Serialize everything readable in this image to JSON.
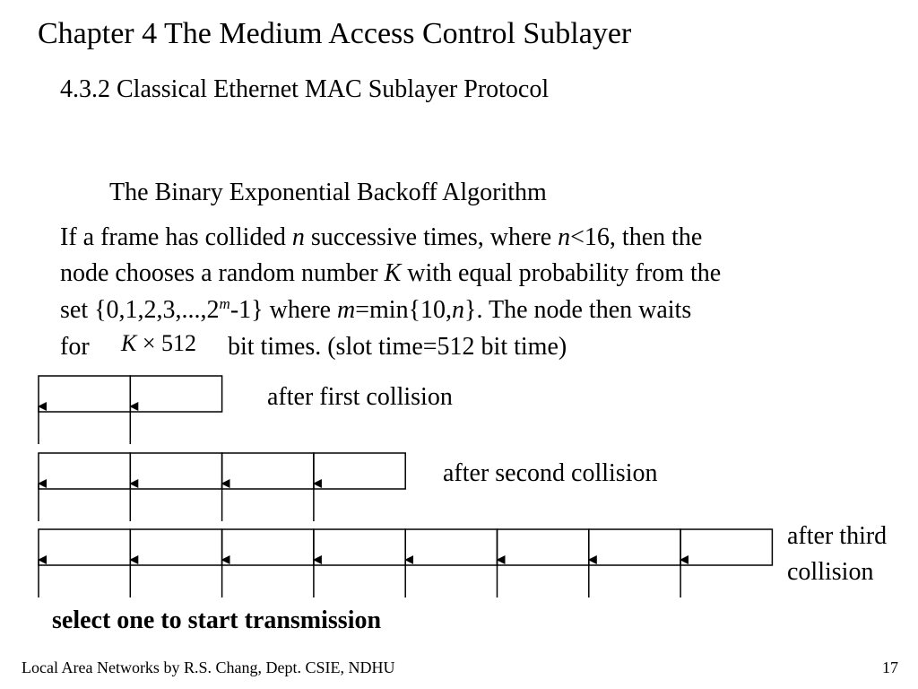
{
  "slide": {
    "chapter_title": "Chapter 4 The Medium Access Control Sublayer",
    "section_title": "4.3.2 Classical Ethernet MAC Sublayer Protocol",
    "algorithm_title": "The Binary Exponential Backoff Algorithm",
    "paragraph": {
      "l1_a": "If a frame has collided ",
      "l1_n": "n",
      "l1_b": " successive times, where ",
      "l1_n2": "n",
      "l1_c": "<16, then the",
      "l2_a": "node chooses a random number ",
      "l2_k": "K",
      "l2_b": " with equal probability from the",
      "l3_a": "set {0,1,2,3,...,2",
      "l3_m": "m",
      "l3_b": "-1} where ",
      "l3_m2": "m",
      "l3_c": "=min{10,",
      "l3_n": "n",
      "l3_d": "}. The node then waits",
      "l4_a": "for"
    },
    "formula": {
      "k": "K",
      "rest": " × 512"
    },
    "bit_times_text": "bit times. (slot time=512 bit time)",
    "rows": [
      {
        "label": "after first collision",
        "slots": 2
      },
      {
        "label": "after second collision",
        "slots": 4
      },
      {
        "label_line1": "after third",
        "label_line2": "collision",
        "slots": 8
      }
    ],
    "select_caption": "select one to start transmission"
  },
  "footer": {
    "text": "Local Area Networks by R.S. Chang, Dept. CSIE, NDHU",
    "page_number": "17"
  }
}
